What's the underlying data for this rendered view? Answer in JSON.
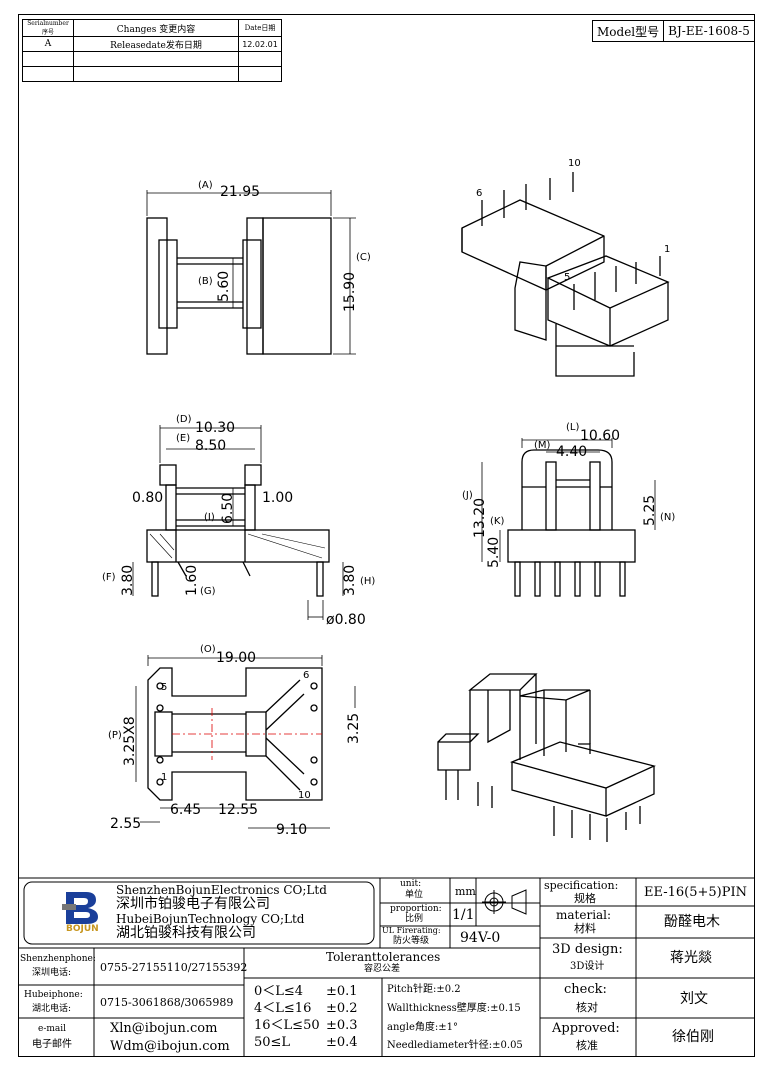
{
  "revision_table": {
    "headers": [
      "Serialnumber序号",
      "Changes 变更内容",
      "Date日期"
    ],
    "rows": [
      [
        "A",
        "Releasedate发布日期",
        "12.02.01"
      ],
      [
        "",
        "",
        ""
      ],
      [
        "",
        "",
        ""
      ]
    ]
  },
  "model": {
    "label": "Model型号",
    "value": "BJ-EE-1608-5"
  },
  "dims": {
    "a_label": "(A)",
    "a_val": "21.95",
    "b_label": "(B)",
    "b_val": "5.60",
    "c_label": "(C)",
    "c_val": "15.90",
    "d_label": "(D)",
    "d_val": "10.30",
    "e_label": "(E)",
    "e_val": "8.50",
    "f_label": "(F)",
    "f_val": "3.80",
    "g_label": "(G)",
    "g_val": "1.60",
    "h_label": "(H)",
    "h_val": "3.80",
    "i_label": "(I)",
    "i_val": "6.50",
    "left_small": "0.80",
    "right_small": "1.00",
    "pin_dia": "ø0.80",
    "j_label": "(J)",
    "j_val": "13.20",
    "k_label": "(K)",
    "k_val": "5.40",
    "l_label": "(L)",
    "l_val": "10.60",
    "m_label": "(M)",
    "m_val": "4.40",
    "n_label": "(N)",
    "n_val": "5.25",
    "o_label": "(O)",
    "o_val": "19.00",
    "p_label": "(P)",
    "p_val": "3.25X8",
    "pitch_right": "3.25",
    "b_645": "6.45",
    "b_1255": "12.55",
    "b_255": "2.55",
    "b_910": "9.10",
    "pin_6": "6",
    "pin_10": "10",
    "pin_1": "1",
    "pin_5": "5"
  },
  "company": {
    "en1": "ShenzhenBojunElectronics CO;Ltd",
    "cn1": "深圳市铂骏电子有限公司",
    "en2": "HubeiBojunTechnology CO;Ltd",
    "cn2": "湖北铂骏科技有限公司",
    "logo_text": "BOJUN"
  },
  "contacts": [
    {
      "label1": "Shenzhenphone:",
      "label2": "深圳电话:",
      "value": "0755-27155110/27155392"
    },
    {
      "label1": "Hubeiphone:",
      "label2": "湖北电话:",
      "value": "0715-3061868/3065989"
    },
    {
      "label1": "e-mail",
      "label2": "电子邮件",
      "value1": "Xln@ibojun.com",
      "value2": "Wdm@ibojun.com"
    }
  ],
  "unit": {
    "label1": "unit:",
    "label2": "单位",
    "value": "mm"
  },
  "proportion": {
    "label1": "proportion:",
    "label2": "比例",
    "value": "1/1"
  },
  "ul": {
    "label1": "UL Firerating:",
    "label2": "防火等级",
    "value": "94V-0"
  },
  "tolerance": {
    "title": "Toleranttolerances",
    "subtitle": "容忍公差",
    "ranges": [
      {
        "range": "0＜L≤4",
        "tol": "±0.1"
      },
      {
        "range": "4＜L≤16",
        "tol": "±0.2"
      },
      {
        "range": "16＜L≤50",
        "tol": "±0.3"
      },
      {
        "range": "50≤L",
        "tol": "±0.4"
      }
    ],
    "notes": [
      "Pitch针距:±0.2",
      "Wallthickness壁厚度:±0.15",
      "angle角度:±1°",
      "Needlediameter针径:±0.05"
    ]
  },
  "right_block": [
    {
      "label1": "specification:",
      "label2": "规格",
      "value": "EE-16(5+5)PIN"
    },
    {
      "label1": "material:",
      "label2": "材料",
      "value": "酚醛电木"
    },
    {
      "label1": "3D design:",
      "label2": "3D设计",
      "value": "蒋光燚"
    },
    {
      "label1": "check:",
      "label2": "核对",
      "value": "刘文"
    },
    {
      "label1": "Approved:",
      "label2": "核准",
      "value": "徐伯刚"
    }
  ]
}
